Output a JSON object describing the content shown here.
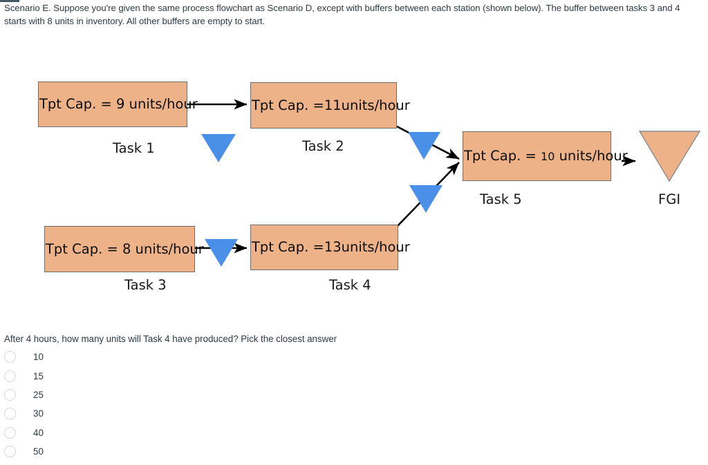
{
  "prompt": {
    "text": "Scenario E. Suppose you're given the same process flowchart as Scenario D, except with buffers between each station (shown below). The buffer between tasks 3 and 4 starts with 8 units in inventory. All other buffers are empty to start."
  },
  "diagram": {
    "type": "process-flowchart",
    "box_fill_color": "#edb288",
    "box_border_color": "#6b6b6b",
    "buffer_color": "#4a90e8",
    "fgi_color": "#edb288",
    "arrow_color": "#000000",
    "nodes": [
      {
        "id": "task1",
        "caption": "Task 1",
        "capacity_prefix": "Tpt Cap. = 9",
        "capacity_value": "9",
        "capacity_units": "units/hour",
        "capacity_text": "Tpt Cap. = 9   units/hour"
      },
      {
        "id": "task2",
        "caption": "Task 2",
        "capacity_prefix": "Tpt Cap. =11",
        "capacity_value": "11",
        "capacity_units": "units/hour",
        "capacity_text": "Tpt Cap. =11units/hour"
      },
      {
        "id": "task3",
        "caption": "Task 3",
        "capacity_prefix": "Tpt Cap. = 8",
        "capacity_value": "8",
        "capacity_units": "units/hour",
        "capacity_text": "Tpt Cap. = 8   units/hour"
      },
      {
        "id": "task4",
        "caption": "Task 4",
        "capacity_prefix": "Tpt Cap. =13",
        "capacity_value": "13",
        "capacity_units": "units/hour",
        "capacity_text": "Tpt Cap. =13units/hour"
      },
      {
        "id": "task5",
        "caption": "Task 5",
        "capacity_prefix": "Tpt Cap. = ",
        "capacity_value": "10",
        "capacity_units": " units/hour",
        "capacity_text": "Tpt Cap. = 10 units/hour"
      },
      {
        "id": "fgi",
        "caption": "FGI",
        "capacity_text": ""
      }
    ],
    "buffers": [
      {
        "id": "buffer-1-2",
        "between": "Task 1 -> Task 2",
        "initial_inventory": 0
      },
      {
        "id": "buffer-2-5",
        "between": "Task 2 -> Task 5",
        "initial_inventory": 0
      },
      {
        "id": "buffer-3-4",
        "between": "Task 3 -> Task 4",
        "initial_inventory": 8
      },
      {
        "id": "buffer-4-5",
        "between": "Task 4 -> Task 5",
        "initial_inventory": 0
      }
    ],
    "edges": [
      "Task 1 -> Task 2",
      "Task 2 -> Task 5",
      "Task 3 -> Task 4",
      "Task 4 -> Task 5",
      "Task 5 -> FGI"
    ]
  },
  "question": {
    "text": "After 4 hours, how many units will Task 4 have produced? Pick the closest answer",
    "options": [
      {
        "label": "10",
        "selected": false
      },
      {
        "label": "15",
        "selected": false
      },
      {
        "label": "25",
        "selected": false
      },
      {
        "label": "30",
        "selected": false
      },
      {
        "label": "40",
        "selected": false
      },
      {
        "label": "50",
        "selected": false
      }
    ]
  }
}
